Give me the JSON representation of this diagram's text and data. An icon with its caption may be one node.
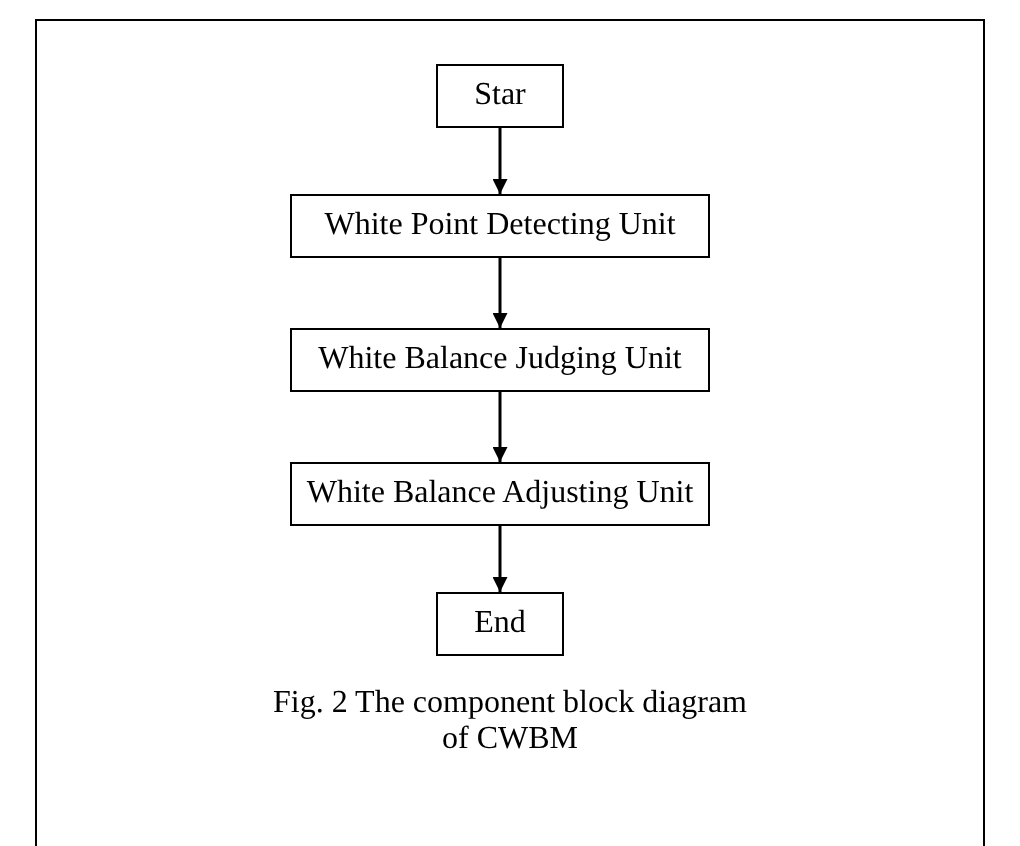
{
  "diagram": {
    "caption": "Fig. 2 The component block diagram of CWBM",
    "nodes": [
      {
        "text": [
          "Star"
        ]
      },
      {
        "text": [
          "White Point Detecting Unit"
        ]
      },
      {
        "text": [
          "White Balance Judging Unit"
        ]
      },
      {
        "text": [
          "White Balance Adjusting Unit"
        ]
      },
      {
        "text": [
          "End"
        ]
      }
    ],
    "edges": [
      {
        "from": 0,
        "to": 1,
        "arrow": "to"
      },
      {
        "from": 1,
        "to": 2,
        "arrow": "to"
      },
      {
        "from": 2,
        "to": 3,
        "arrow": "to"
      },
      {
        "from": 3,
        "to": 4,
        "arrow": "to"
      }
    ]
  }
}
